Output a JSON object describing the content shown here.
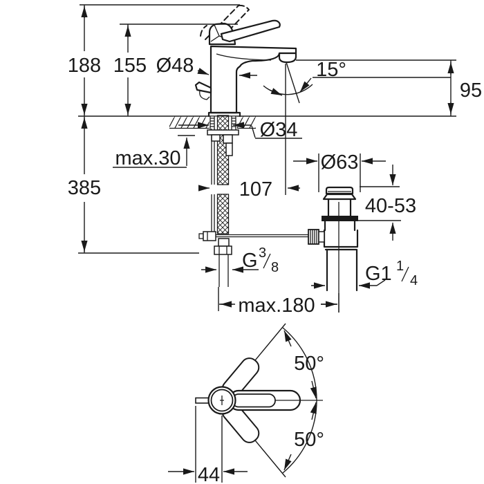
{
  "drawing": {
    "title": "basin mixer dimensional drawing",
    "units": "mm",
    "line_color": "#1a1a1a",
    "background": "#ffffff",
    "dims": {
      "overall_height": "188",
      "lever_height": "155",
      "body_diameter": "Ø48",
      "stream_angle": "15°",
      "spout_height": "95",
      "hole_diameter": "Ø34",
      "deck_thickness_max": "max.30",
      "total_depth": "385",
      "spout_reach": "107",
      "waste_flange_diameter": "Ø63",
      "clamp_range": "40-53",
      "rod_length_max": "max.180",
      "swing_upper": "50°",
      "swing_lower": "50°",
      "lever_offset": "44",
      "supply_thread_prefix": "G",
      "supply_thread_numerator": "3",
      "supply_thread_denominator": "8",
      "waste_thread_prefix": "G1",
      "waste_thread_numerator": "1",
      "waste_thread_denominator": "4"
    }
  }
}
